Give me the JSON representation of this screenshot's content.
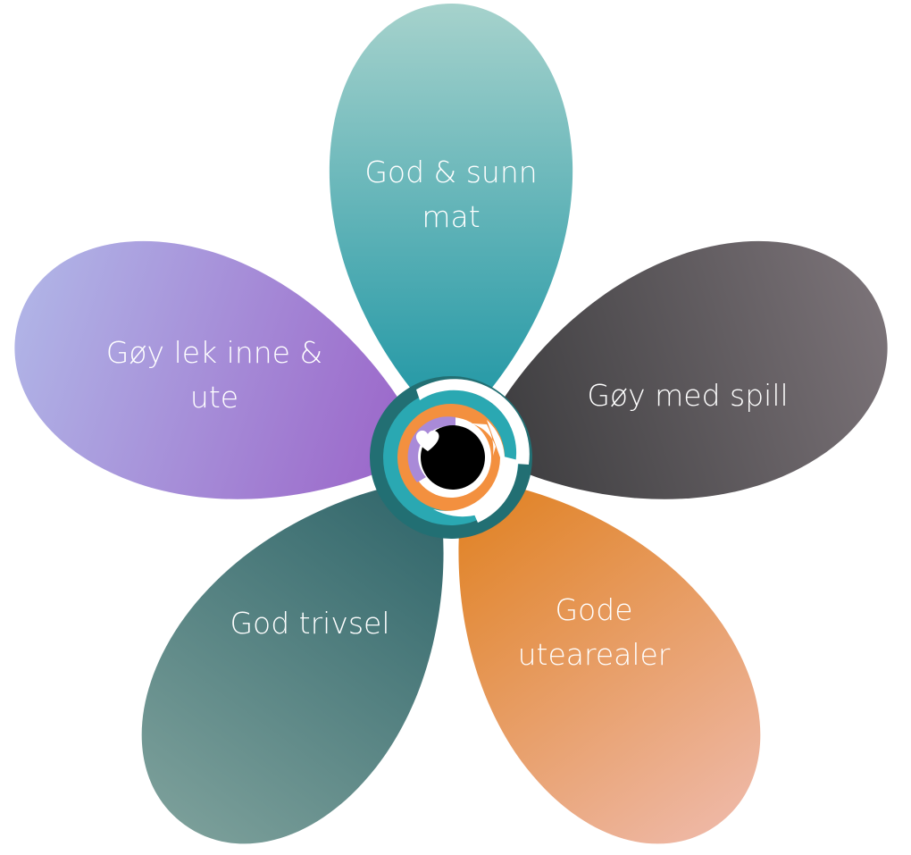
{
  "title": "Flower diagram",
  "petals": [
    {
      "id": "top",
      "label": "God & sunn mat",
      "color_a": "#a6d2cc",
      "color_b": "#1a94a3"
    },
    {
      "id": "right",
      "label": "Gøy med spill",
      "color_a": "#7a7277",
      "color_b": "#3a3a3c"
    },
    {
      "id": "bottom-right",
      "label": "Gode utearealer",
      "color_a": "#eeb7a3",
      "color_b": "#e0801f"
    },
    {
      "id": "bottom-left",
      "label": "God trivsel",
      "color_a": "#7a9e99",
      "color_b": "#2e6469"
    },
    {
      "id": "left",
      "label": "Gøy lek inne & ute",
      "color_a": "#b0b3e6",
      "color_b": "#9a63c8"
    }
  ],
  "center": {
    "ring_teal": "#2aa8b2",
    "ring_dark": "#226f73",
    "ring_orange": "#f3903f",
    "ring_purple": "#a98ad8",
    "pupil": "#000000",
    "icon": "heart-icon"
  }
}
